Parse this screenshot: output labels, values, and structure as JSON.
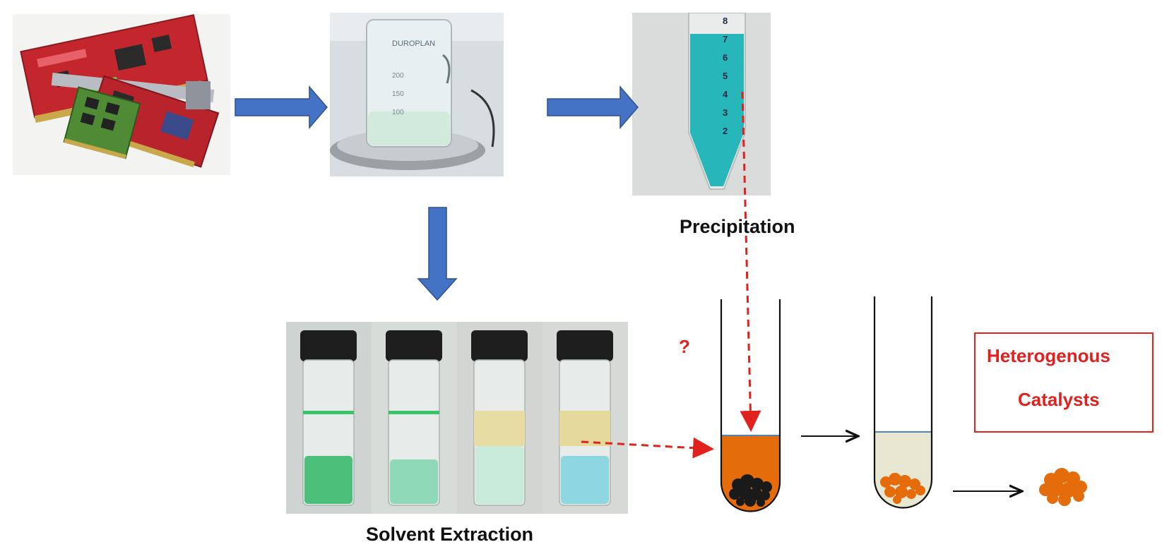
{
  "labels": {
    "precipitation": "Precipitation",
    "solvent_extraction": "Solvent Extraction",
    "question_mark": "?",
    "catalysts_line1": "Heterogenous",
    "catalysts_line2": "Catalysts"
  },
  "photos": {
    "beaker_brand": "DUROPLAN",
    "beaker_marks": [
      "200",
      "150",
      "100"
    ],
    "tube_marks": [
      "8",
      "7",
      "6",
      "5",
      "4",
      "3",
      "2"
    ]
  },
  "colors": {
    "block_arrow": "#4472c4",
    "dashed_arrow": "#e0211d",
    "orange_solution": "#e46c0a",
    "solid_black": "#1a1a1a"
  }
}
